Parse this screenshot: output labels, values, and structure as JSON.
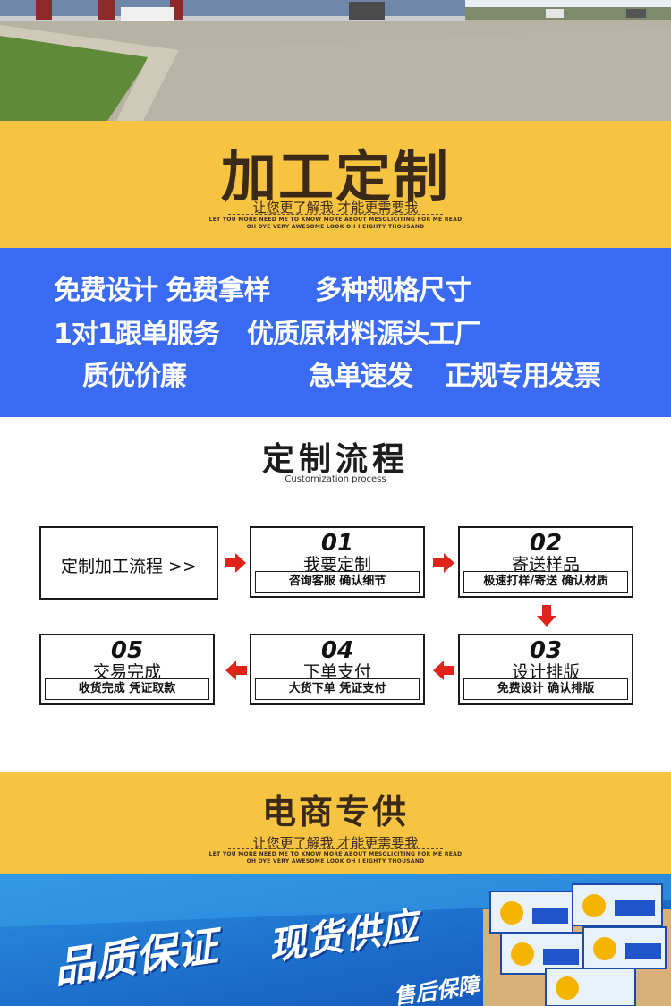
{
  "banner1": {
    "title": "加工定制",
    "subtitle": "让您更了解我 才能更需要我",
    "en_line1": "LET YOU MORE NEED ME TO KNOW MORE ABOUT MESOLICITING FOR ME READ",
    "en_line2": "OH DYE VERY AWESOME LOOK OH I EIGHTY THOUSAND"
  },
  "features": [
    "免费设计 免费拿样",
    "多种规格尺寸",
    "1对1跟单服务",
    "优质原材料源头工厂",
    "质优价廉",
    "急单速发",
    "正规专用发票"
  ],
  "process": {
    "title": "定制流程",
    "subtitle": "Customization process",
    "intro": "定制加工流程 >>",
    "steps": [
      {
        "num": "01",
        "name": "我要定制",
        "desc": "咨询客服 确认细节"
      },
      {
        "num": "02",
        "name": "寄送样品",
        "desc": "极速打样/寄送 确认材质"
      },
      {
        "num": "03",
        "name": "设计排版",
        "desc": "免费设计 确认排版"
      },
      {
        "num": "04",
        "name": "下单支付",
        "desc": "大货下单 凭证支付"
      },
      {
        "num": "05",
        "name": "交易完成",
        "desc": "收货完成 凭证取款"
      }
    ]
  },
  "banner2": {
    "title": "电商专供",
    "subtitle": "让您更了解我 才能更需要我",
    "en_line1": "LET YOU MORE NEED ME TO KNOW MORE ABOUT MESOLICITING FOR ME READ",
    "en_line2": "OH DYE VERY AWESOME LOOK OH I EIGHTY THOUSAND"
  },
  "promo": {
    "line1": "品质保证",
    "line2": "现货供应",
    "line3": "售后保障"
  },
  "colors": {
    "yellow": "#f6c441",
    "blue": "#3a6bf2",
    "arrow_red": "#e0241b",
    "title_brown": "#3b2a18"
  },
  "icons": {
    "arrow_right": "arrow-right-icon",
    "arrow_left": "arrow-left-icon",
    "arrow_down": "arrow-down-icon"
  }
}
